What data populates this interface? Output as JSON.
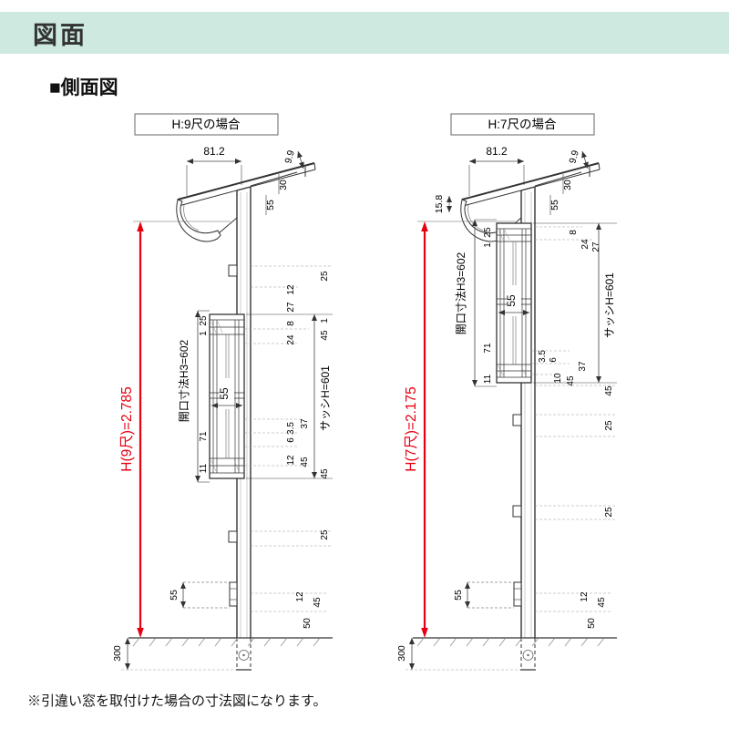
{
  "page": {
    "banner_title": "図面",
    "section_title": "■側面図",
    "footnote": "※引違い窓を取付けた場合の寸法図になります。"
  },
  "colors": {
    "banner_bg": "#cde9e0",
    "dim_red": "#e60012",
    "line": "#333333"
  },
  "diagrams": [
    {
      "title": "H:9尺の場合",
      "top_width": "81.2",
      "roof_thickness": "9.9",
      "top_30": "30",
      "top_55": "55",
      "h_label": "H(9尺)=2.785",
      "opening_label": "開口寸法H3=602",
      "left_25": "25",
      "left_1": "1",
      "left_71": "71",
      "left_11": "11",
      "sash_width": "55",
      "sash_label": "サッシH=601",
      "r_12": "12",
      "r_27": "27",
      "r_8": "8",
      "r_24": "24",
      "r_35": "3.5",
      "r_6": "6",
      "r_12b": "12",
      "r_37": "37",
      "r_45a": "45",
      "r_25a": "25",
      "r_1": "1",
      "r_45b": "45",
      "r_45c": "45",
      "r_25b": "25",
      "low_55": "55",
      "low_12": "12",
      "low_45": "45",
      "low_50": "50",
      "depth_300": "300"
    },
    {
      "title": "H:7尺の場合",
      "top_width": "81.2",
      "roof_thickness": "9.9",
      "top_158": "15.8",
      "top_30": "30",
      "top_55": "55",
      "h_label": "H(7尺)=2.175",
      "opening_label": "開口寸法H3=602",
      "left_25": "25",
      "left_1": "1",
      "left_71": "71",
      "left_11": "11",
      "sash_width": "55",
      "sash_label": "サッシH=601",
      "r_8": "8",
      "r_24": "24",
      "r_27": "27",
      "r_35": "3.5",
      "r_6": "6",
      "r_37": "37",
      "r_10": "10",
      "r_45a": "45",
      "r_45b": "45",
      "r_25a": "25",
      "r_25b": "25",
      "low_55": "55",
      "low_12": "12",
      "low_45": "45",
      "low_50": "50",
      "depth_300": "300"
    }
  ]
}
